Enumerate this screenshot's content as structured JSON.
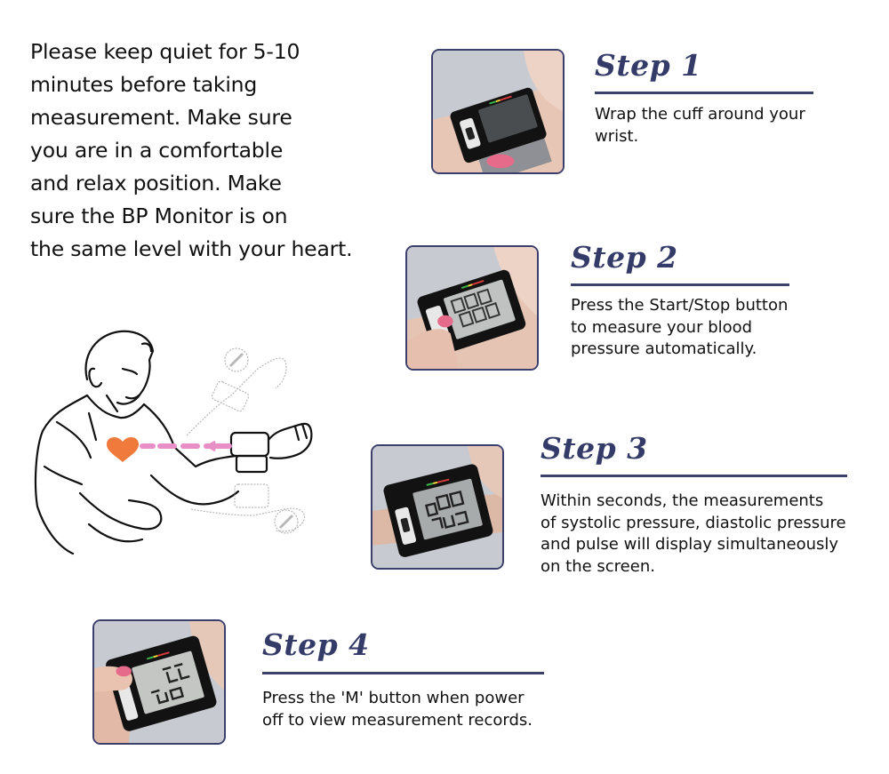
{
  "intro": {
    "lines": [
      "Please keep quiet for 5-10",
      "minutes before taking",
      "measurement. Make sure",
      "you are in a comfortable",
      "and relax position. Make",
      "sure the BP Monitor is on",
      "the same level with your heart."
    ]
  },
  "illustration": {
    "icon": "man-measuring-wrist-bp-illustration",
    "heart_color": "#f07a3c",
    "arrow_color": "#e88fc8"
  },
  "steps": [
    {
      "title": "Step 1",
      "text_lines": [
        "Wrap the cuff around your",
        "wrist."
      ],
      "photo": "wrist-cuff-wrap-photo"
    },
    {
      "title": "Step 2",
      "text_lines": [
        "Press the Start/Stop button",
        "to measure your blood",
        "pressure automatically."
      ],
      "photo": "press-start-button-photo"
    },
    {
      "title": "Step 3",
      "text_lines": [
        "Within seconds, the measurements",
        "of systolic pressure, diastolic pressure",
        "and pulse will display simultaneously",
        "on the screen."
      ],
      "photo": "lcd-readings-photo"
    },
    {
      "title": "Step 4",
      "text_lines": [
        "Press the 'M' button when power",
        "off to view measurement records."
      ],
      "photo": "memory-button-photo"
    }
  ],
  "colors": {
    "heading": "#343b68",
    "rule": "#3a4068",
    "frame": "#3c3f6b"
  }
}
